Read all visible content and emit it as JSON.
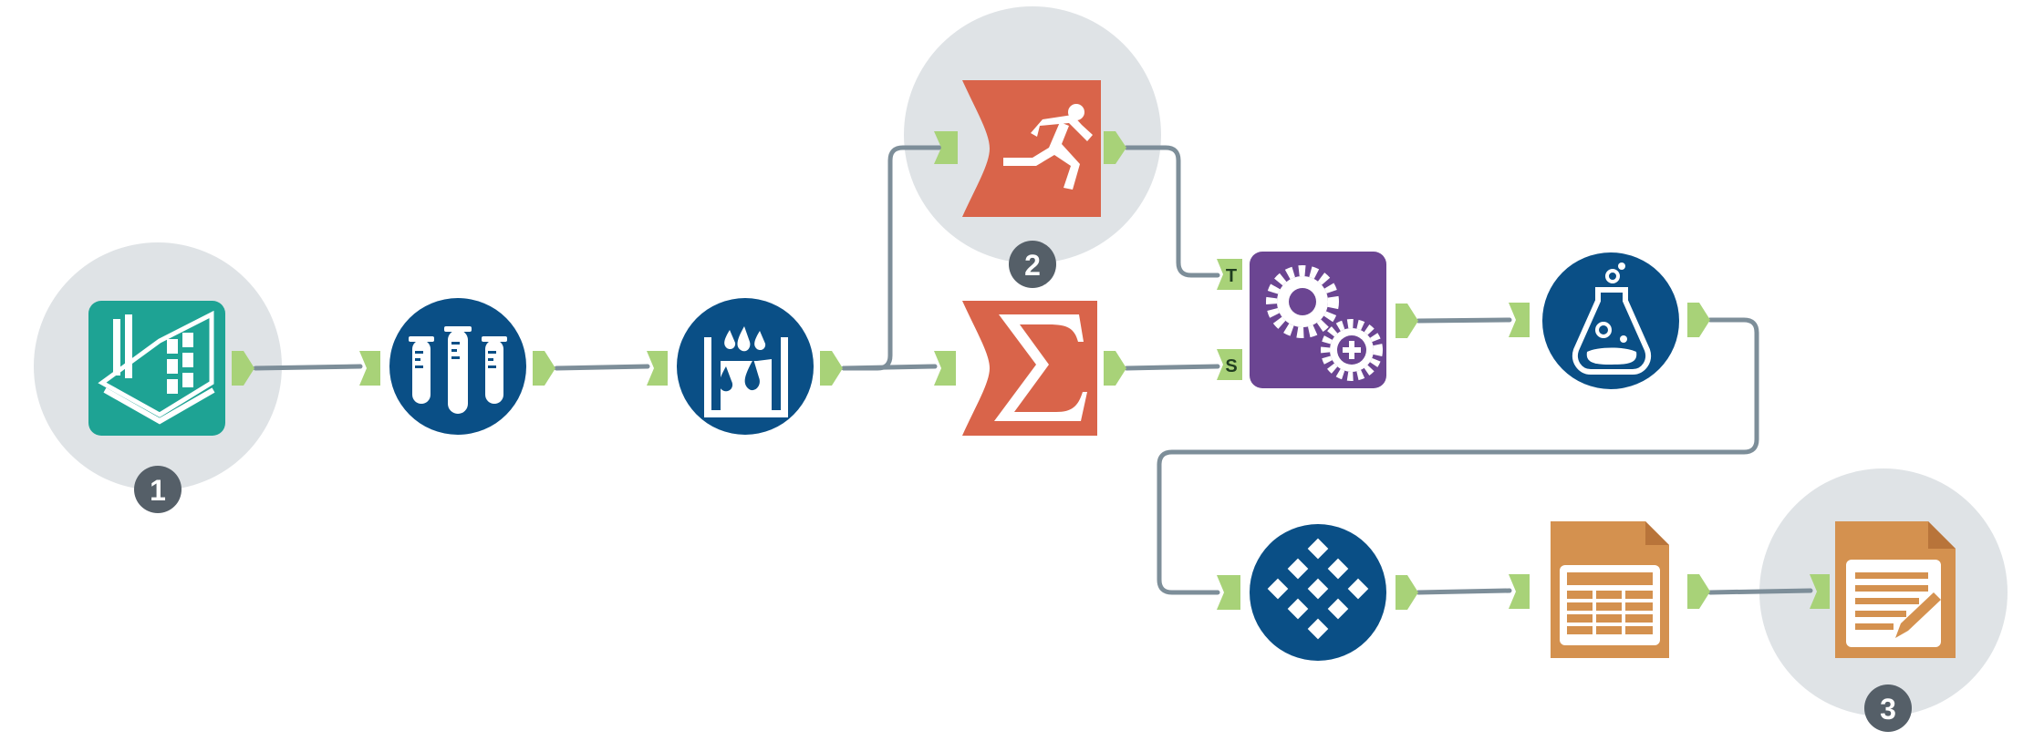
{
  "workflow": {
    "badges": [
      "1",
      "2",
      "3"
    ],
    "anchor_labels": {
      "true": "T",
      "false": "S"
    },
    "tools": [
      {
        "name": "input-data-tool",
        "icon": "book-icon",
        "color": "#1ea394"
      },
      {
        "name": "sample-tool",
        "icon": "test-tubes-icon",
        "color": "#0a4f86"
      },
      {
        "name": "data-cleansing-tool",
        "icon": "cleansing-bucket-icon",
        "color": "#0a4f86"
      },
      {
        "name": "detour-tool",
        "icon": "running-man-icon",
        "color": "#d9644a"
      },
      {
        "name": "summarize-tool",
        "icon": "sigma-icon",
        "color": "#d9644a"
      },
      {
        "name": "append-fields-tool",
        "icon": "gears-plus-icon",
        "color": "#6b4592"
      },
      {
        "name": "formula-tool",
        "icon": "flask-icon",
        "color": "#0a4f86"
      },
      {
        "name": "cross-tab-tool",
        "icon": "diamond-grid-icon",
        "color": "#0a4f86"
      },
      {
        "name": "table-tool",
        "icon": "table-document-icon",
        "color": "#d4914f"
      },
      {
        "name": "render-tool",
        "icon": "document-pencil-icon",
        "color": "#d4914f"
      }
    ],
    "colors": {
      "highlight_circle": "#dfe3e6",
      "connector": "#7d8e99",
      "anchor": "#a8d278",
      "badge": "#555f68"
    }
  }
}
